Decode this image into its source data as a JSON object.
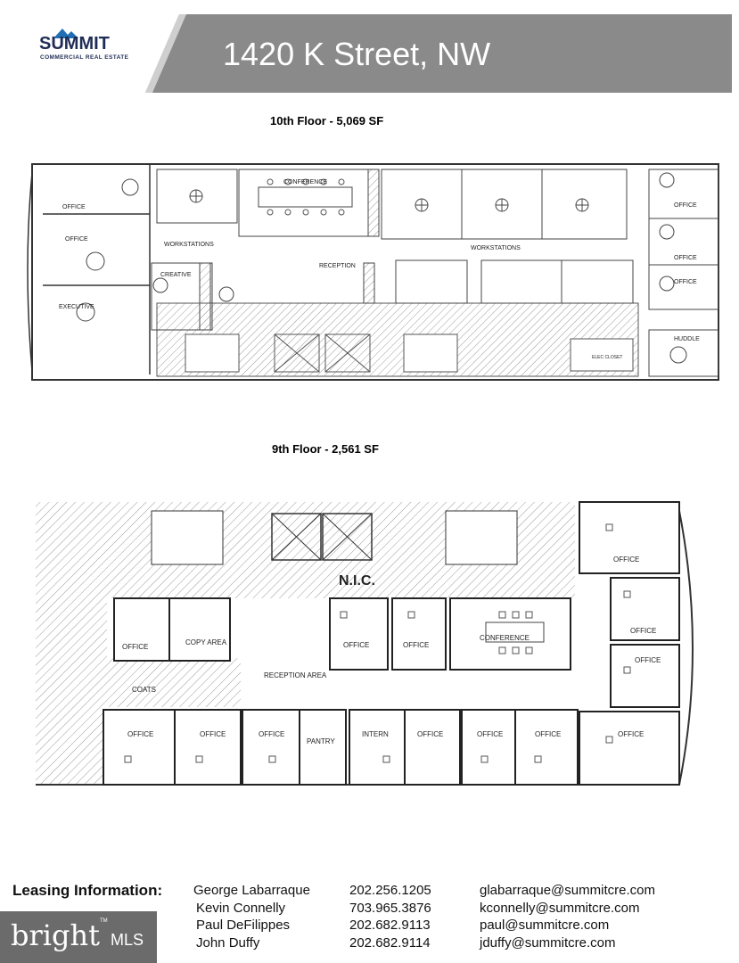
{
  "header": {
    "logo_name": "SUMMIT",
    "logo_sub": "COMMERCIAL REAL ESTATE",
    "address": "1420 K Street, NW",
    "band_color": "#8a8a8a",
    "logo_color": "#1f2c55"
  },
  "floor10": {
    "title": "10th Floor - 5,069 SF",
    "labels": {
      "office_a": "OFFICE",
      "office_b": "OFFICE",
      "executive": "EXECUTIVE",
      "workstations_a": "WORKSTATIONS",
      "conference": "CONFERENCE",
      "workstations_b": "WORKSTATIONS",
      "creative": "CREATIVE",
      "reception": "RECEPTION",
      "office_c": "OFFICE",
      "office_d": "OFFICE",
      "office_e": "OFFICE",
      "huddle": "HUDDLE",
      "elec": "ELEC CLOSET"
    }
  },
  "floor9": {
    "title": "9th Floor - 2,561 SF",
    "labels": {
      "nic": "N.I.C.",
      "office_top_right": "OFFICE",
      "office_1": "OFFICE",
      "copy_area": "COPY AREA",
      "office_2": "OFFICE",
      "office_3": "OFFICE",
      "conference": "CONFERENCE",
      "office_r1": "OFFICE",
      "office_r2": "OFFICE",
      "reception_area": "RECEPTION AREA",
      "coats": "COATS",
      "office_b1": "OFFICE",
      "office_b2": "OFFICE",
      "office_b3": "OFFICE",
      "pantry": "PANTRY",
      "intern": "INTERN",
      "office_b4": "OFFICE",
      "office_b5": "OFFICE",
      "office_b6": "OFFICE",
      "office_b7": "OFFICE"
    }
  },
  "leasing": {
    "title": "Leasing Information:",
    "contacts": [
      {
        "name": "George Labarraque",
        "phone": "202.256.1205",
        "email": "glabarraque@summitcre.com"
      },
      {
        "name": "Kevin Connelly",
        "phone": "703.965.3876",
        "email": "kconnelly@summitcre.com"
      },
      {
        "name": "Paul DeFilippes",
        "phone": "202.682.9113",
        "email": "paul@summitcre.com"
      },
      {
        "name": "John Duffy",
        "phone": "202.682.9114",
        "email": "jduffy@summitcre.com"
      }
    ]
  },
  "watermark": {
    "brand": "bright",
    "suffix": "MLS",
    "tm": "TM"
  }
}
